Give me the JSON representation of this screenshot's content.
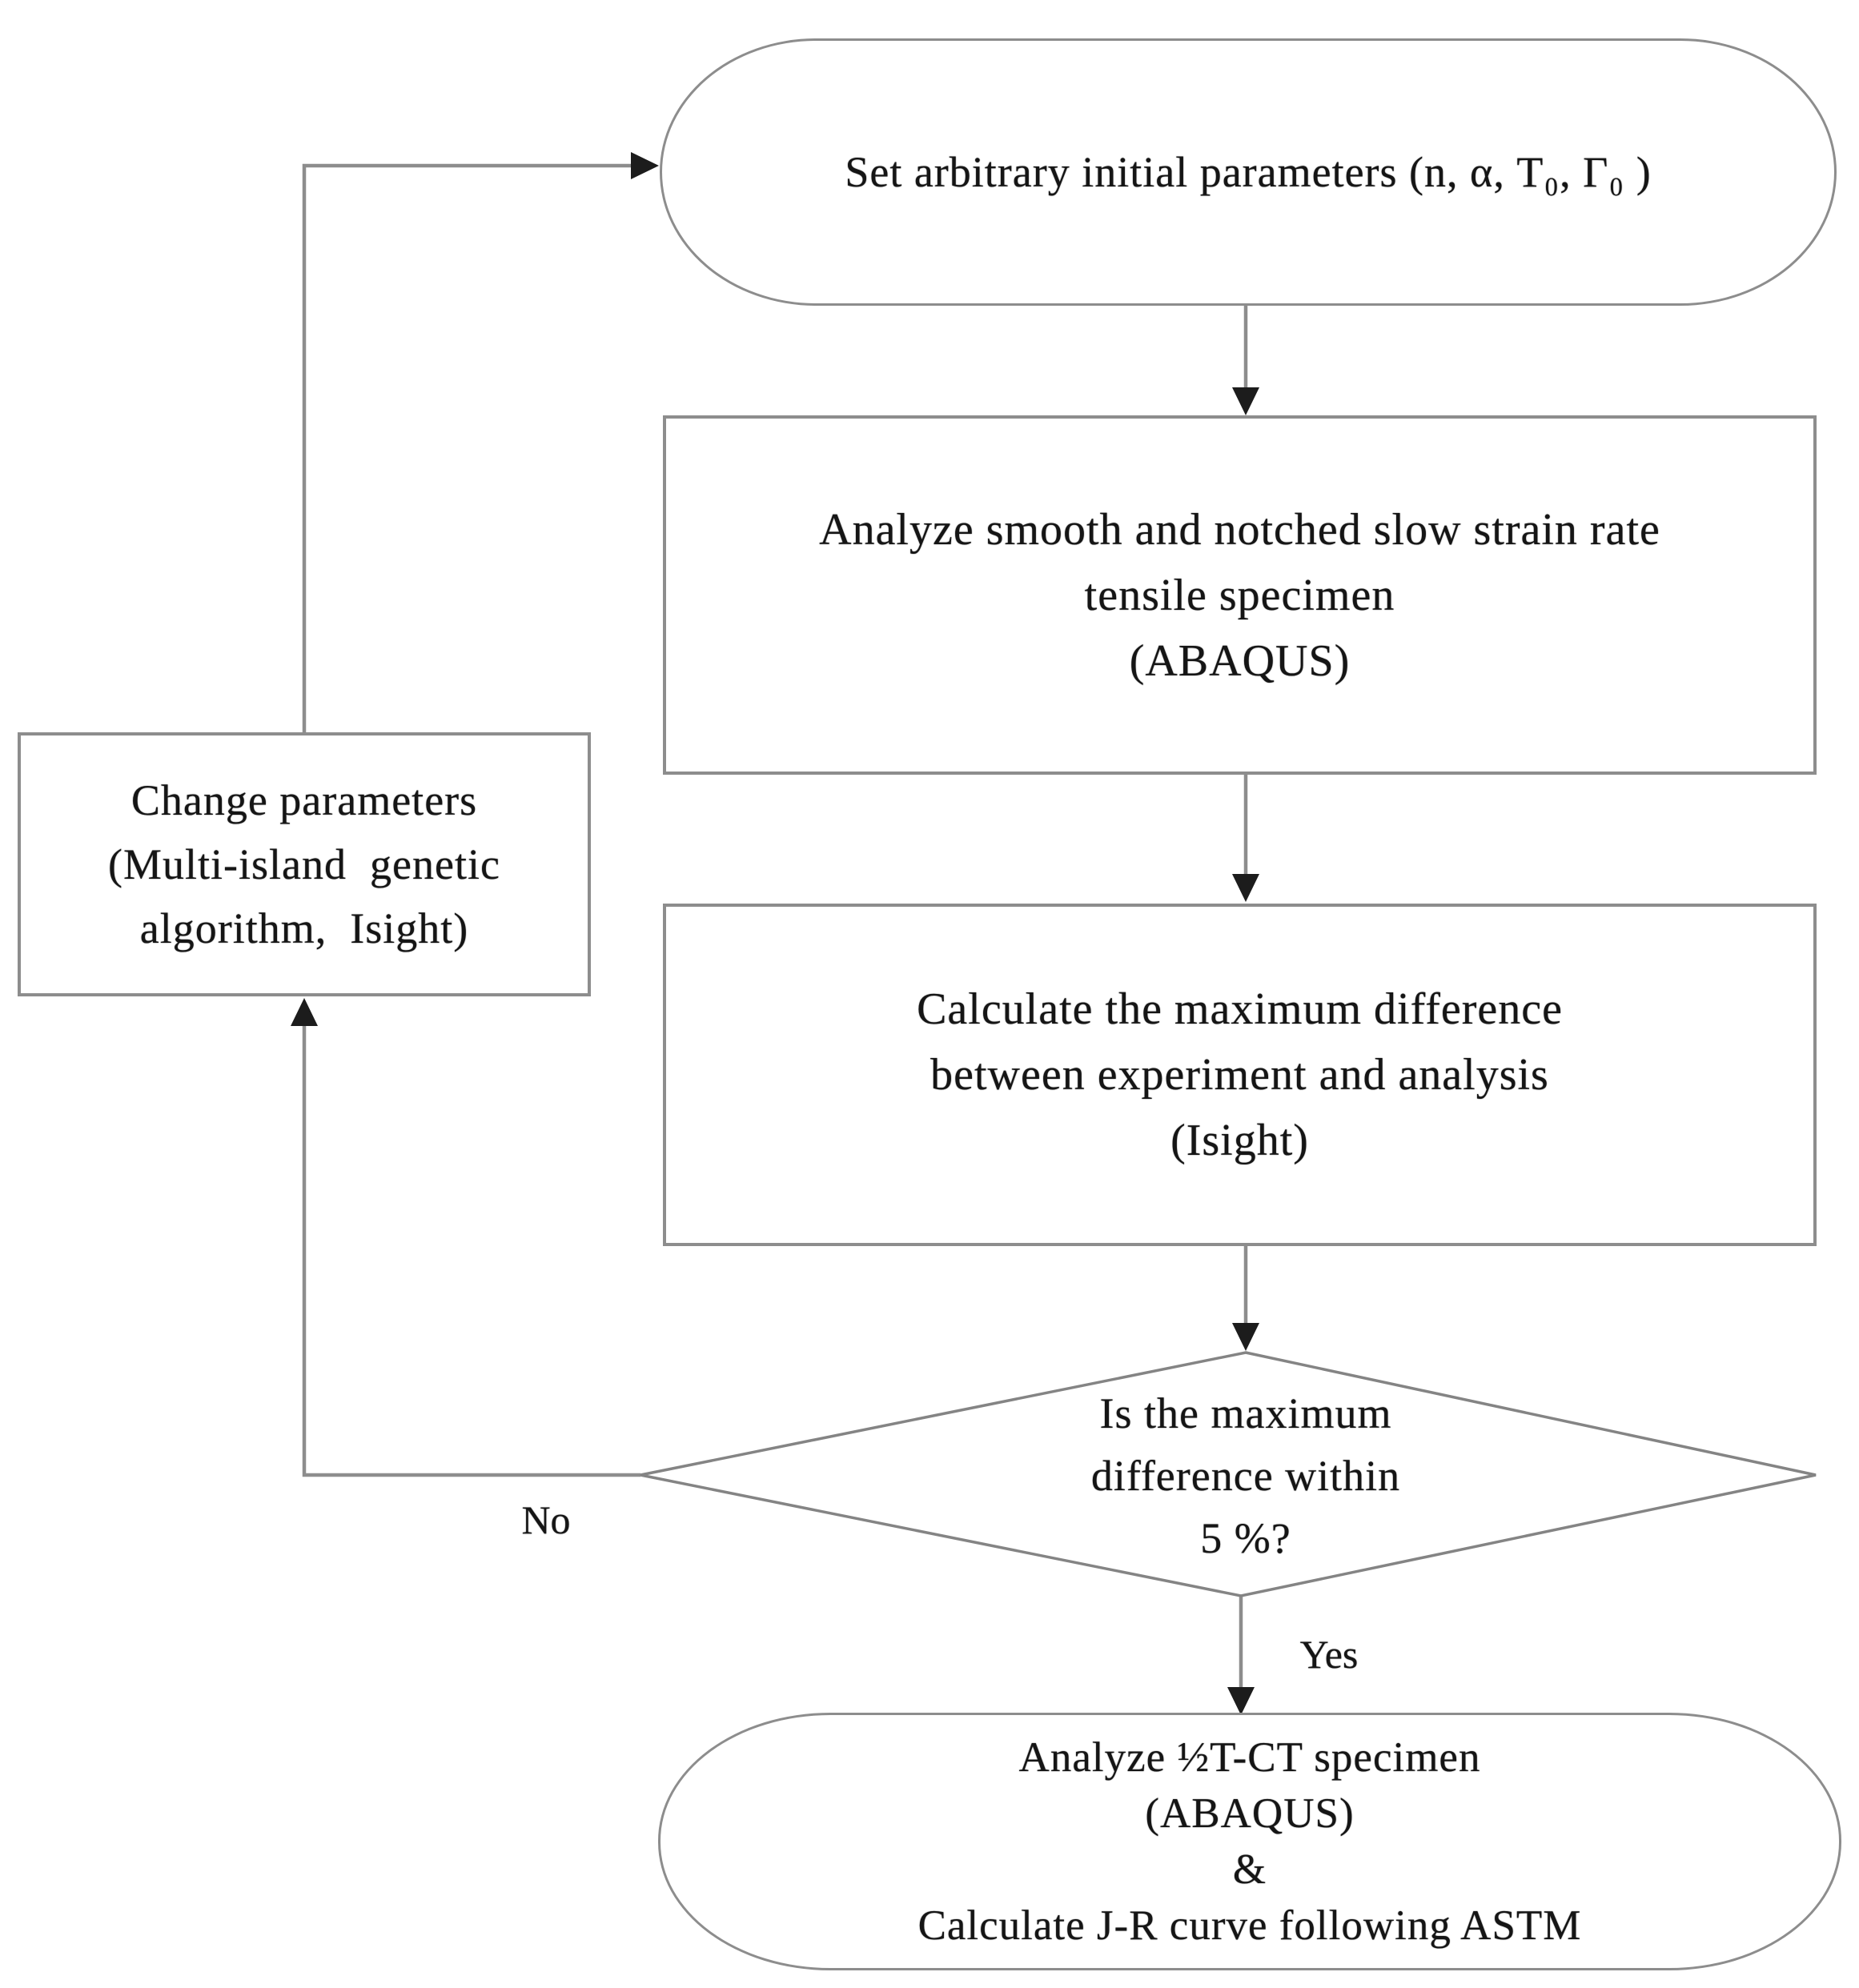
{
  "diagram": {
    "type": "flowchart",
    "background": "#ffffff",
    "line_color": "#8d8d8d",
    "arrow_color": "#1c1c1c",
    "text_color": "#151515",
    "nodes": {
      "start": {
        "shape": "terminator",
        "lines": [
          "Set arbitrary initial parameters (n, α, T₀, Γ₀ )"
        ]
      },
      "analyze_tensile": {
        "shape": "process",
        "lines": [
          "Analyze smooth and notched slow strain rate",
          "tensile specimen",
          "(ABAQUS)"
        ]
      },
      "calc_difference": {
        "shape": "process",
        "lines": [
          "Calculate the maximum difference",
          "between experiment and analysis",
          "(Isight)"
        ]
      },
      "decision": {
        "shape": "decision",
        "lines": [
          "Is the maximum",
          "difference within",
          "5 %?"
        ]
      },
      "change_parameters": {
        "shape": "process",
        "lines": [
          "Change parameters",
          "(Multi-island  genetic",
          "algorithm,  Isight)"
        ]
      },
      "final": {
        "shape": "terminator",
        "lines": [
          "Analyze ½T-CT specimen",
          "(ABAQUS)",
          "&",
          "Calculate J-R curve following ASTM"
        ]
      }
    },
    "edge_labels": {
      "no": "No",
      "yes": "Yes"
    },
    "edges": [
      {
        "from": "start",
        "to": "analyze_tensile",
        "label": ""
      },
      {
        "from": "analyze_tensile",
        "to": "calc_difference",
        "label": ""
      },
      {
        "from": "calc_difference",
        "to": "decision",
        "label": ""
      },
      {
        "from": "decision",
        "to": "final",
        "label": "Yes"
      },
      {
        "from": "decision",
        "to": "change_parameters",
        "label": "No"
      },
      {
        "from": "change_parameters",
        "to": "start",
        "label": ""
      }
    ]
  }
}
